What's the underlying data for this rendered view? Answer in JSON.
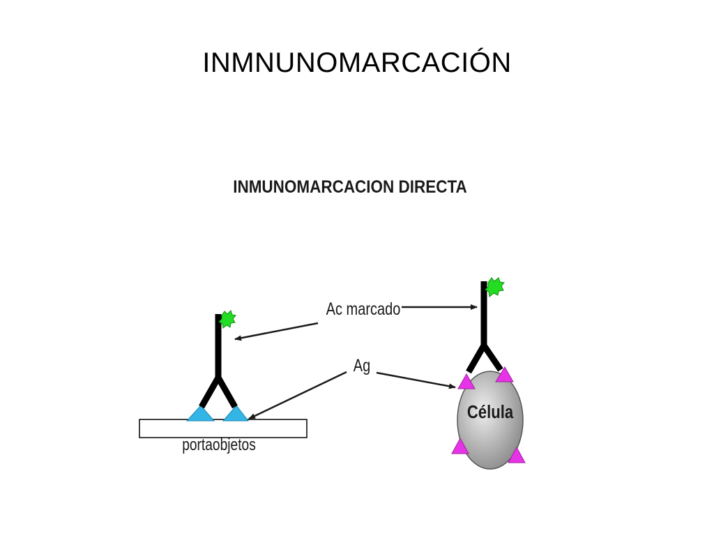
{
  "slide": {
    "title": "INMNUNOMARCACIÓN"
  },
  "figure": {
    "heading": "INMUNOMARCACION DIRECTA",
    "labels": {
      "labeled_antibody": "Ac marcado",
      "antigen": "Ag",
      "slide_label": "portaobjetos",
      "cell_label": "Célula"
    },
    "colors": {
      "antibody": "#000000",
      "label_marker": "#22dd22",
      "antigen_slide": "#33b5e5",
      "antigen_cell": "#e633e6",
      "cell_fill_light": "#e6e6e6",
      "cell_fill_dark": "#8c8c8c"
    }
  }
}
